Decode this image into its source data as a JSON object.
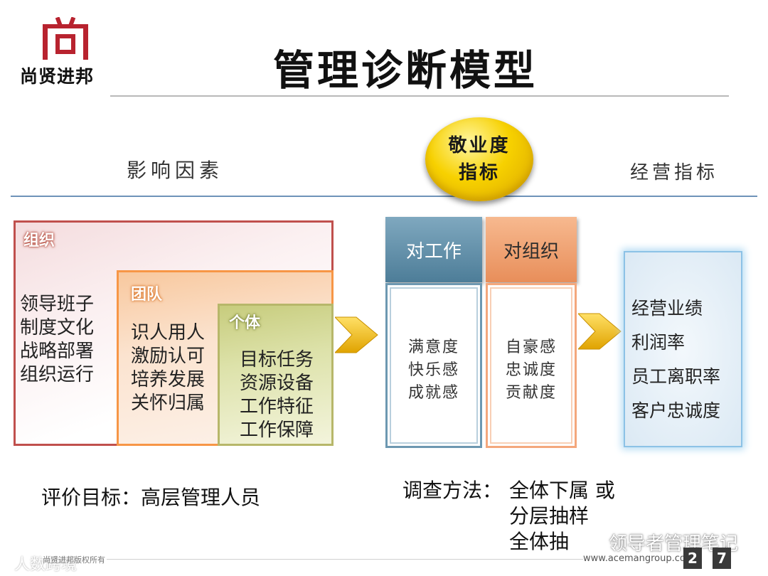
{
  "logo": {
    "text": "尚贤进邦"
  },
  "title": "管理诊断模型",
  "headings": {
    "factors": "影响因素",
    "kpi": "经营指标"
  },
  "badge": {
    "lines": [
      "敬业度",
      "指标"
    ]
  },
  "organization": {
    "label": "组织",
    "items": [
      "领导班子",
      "制度文化",
      "战略部署",
      "组织运行"
    ]
  },
  "team": {
    "label": "团队",
    "items": [
      "识人用人",
      "激励认可",
      "培养发展",
      "关怀归属"
    ]
  },
  "individual": {
    "label": "个体",
    "items": [
      "目标任务",
      "资源设备",
      "工作特征",
      "工作保障"
    ]
  },
  "toward_work": {
    "header": "对工作",
    "items": [
      "满意度",
      "快乐感",
      "成就感"
    ]
  },
  "toward_org": {
    "header": "对组织",
    "items": [
      "自豪感",
      "忠诚度",
      "贡献度"
    ]
  },
  "kpi": {
    "items": [
      "经营业绩",
      "利润率",
      "员工离职率",
      "客户忠诚度"
    ]
  },
  "evaluation": "评价目标：高层管理人员",
  "survey": {
    "label": "调查方法：",
    "options": [
      "全体下属 或",
      "分层抽样",
      "全体抽"
    ]
  },
  "footer": {
    "wechat": "领导者管理笔记",
    "website": "www.acemangroup.com",
    "caption": "尚贤进邦版权所有",
    "watermark": "人数跨境",
    "page": [
      "2",
      "7"
    ]
  },
  "colors": {
    "organization": "#c0504d",
    "team": "#f79646",
    "individual": "#b7b76a",
    "work_header": "#4d7d98",
    "org_header": "#e88e5a",
    "badge": "#f7d100",
    "arrow": "#f2b800"
  }
}
